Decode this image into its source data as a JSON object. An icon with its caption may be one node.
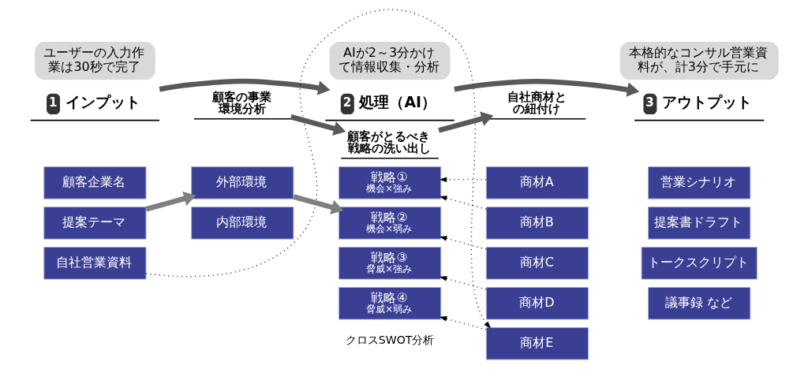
{
  "diagram": {
    "nodes": [
      {
        "text": [
          "ユーザーの入力作業は30秒で完了"
        ]
      },
      {
        "text": [
          "1",
          "インプット"
        ]
      },
      {
        "text": [
          "AIが2～3分かけて情報収集・分析"
        ]
      },
      {
        "text": [
          "2",
          "処理（AI）"
        ]
      },
      {
        "text": [
          "本格的なコンサル営業資料が、計3分で手元に"
        ]
      },
      {
        "text": [
          "3",
          "アウトプット"
        ]
      },
      {
        "text": [
          "顧客企業名"
        ]
      },
      {
        "text": [
          "提案テーマ"
        ]
      },
      {
        "text": [
          "自社営業資料"
        ]
      },
      {
        "text": [
          "顧客の事業環境分析"
        ]
      },
      {
        "text": [
          "顧客がとるべき戦略の洗い出し"
        ]
      },
      {
        "text": [
          "自社商材との紐付け"
        ]
      },
      {
        "text": [
          "外部環境"
        ]
      },
      {
        "text": [
          "内部環境"
        ]
      },
      {
        "text": [
          "戦略①",
          "機会×強み"
        ]
      },
      {
        "text": [
          "戦略②",
          "機会×弱み"
        ]
      },
      {
        "text": [
          "戦略③",
          "脅威×強み"
        ]
      },
      {
        "text": [
          "戦略④",
          "脅威×弱み"
        ]
      },
      {
        "text": [
          "商材A"
        ]
      },
      {
        "text": [
          "商材B"
        ]
      },
      {
        "text": [
          "商材C"
        ]
      },
      {
        "text": [
          "商材D"
        ]
      },
      {
        "text": [
          "商材E"
        ]
      },
      {
        "text": [
          "営業シナリオ"
        ]
      },
      {
        "text": [
          "提案書ドラフト"
        ]
      },
      {
        "text": [
          "トークスクリプト"
        ]
      },
      {
        "text": [
          "議事録 など"
        ]
      }
    ],
    "edges": [
      {
        "from": 1,
        "to": 3,
        "arrow": "to",
        "style": "thick",
        "color": "#595959"
      },
      {
        "from": 3,
        "to": 5,
        "arrow": "to",
        "style": "thick",
        "color": "#595959"
      },
      {
        "from": 9,
        "to": 10,
        "arrow": "to",
        "style": "thick",
        "color": "#595959"
      },
      {
        "from": 10,
        "to": 11,
        "arrow": "to",
        "style": "thick",
        "color": "#595959"
      },
      {
        "from": 7,
        "to": 12,
        "arrow": "to",
        "style": "thick",
        "color": "#7f7f7f"
      },
      {
        "from": 12,
        "to": 15,
        "arrow": "to",
        "style": "thick",
        "color": "#7f7f7f"
      },
      {
        "from": 18,
        "to": 14,
        "arrow": "to",
        "style": "dashed"
      },
      {
        "from": 19,
        "to": 14,
        "arrow": "to",
        "style": "dashed"
      },
      {
        "from": 20,
        "to": 15,
        "arrow": "to",
        "style": "dashed"
      },
      {
        "from": 21,
        "to": 16,
        "arrow": "to",
        "style": "dashed"
      },
      {
        "from": 22,
        "to": 17,
        "arrow": "to",
        "style": "dashed"
      },
      {
        "from": 8,
        "to": 22,
        "arrow": "to",
        "style": "dashed"
      }
    ],
    "labels": [
      "クロスSWOT分析"
    ]
  }
}
